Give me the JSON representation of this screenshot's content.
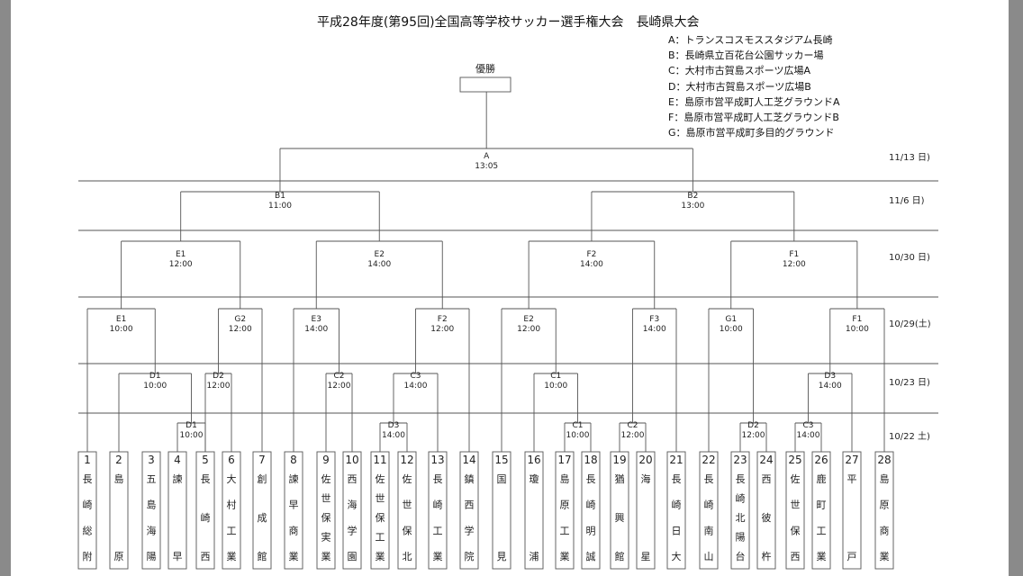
{
  "title": "平成28年度(第95回)全国高等学校サッカー選手権大会　長崎県大会",
  "champion_label": "優勝",
  "venues": [
    "A：トランスコスモススタジアム長崎",
    "B：長崎県立百花台公園サッカー場",
    "C：大村市古賀島スポーツ広場A",
    "D：大村市古賀島スポーツ広場B",
    "E：島原市営平成町人工芝グラウンドA",
    "F：島原市営平成町人工芝グラウンドB",
    "G：島原市営平成町多目的グラウンド"
  ],
  "rounds": [
    "11/13 日)",
    "11/6 日)",
    "10/30 日)",
    "10/29(土)",
    "10/23 日)",
    "10/22 土)"
  ],
  "teams": [
    {
      "no": "1",
      "name": "長崎総附"
    },
    {
      "no": "2",
      "name": "島原"
    },
    {
      "no": "3",
      "name": "五島海陽"
    },
    {
      "no": "4",
      "name": "諫早"
    },
    {
      "no": "5",
      "name": "長崎西"
    },
    {
      "no": "6",
      "name": "大村工業"
    },
    {
      "no": "7",
      "name": "創成館"
    },
    {
      "no": "8",
      "name": "諫早商業"
    },
    {
      "no": "9",
      "name": "佐世保実業"
    },
    {
      "no": "10",
      "name": "西海学園"
    },
    {
      "no": "11",
      "name": "佐世保工業"
    },
    {
      "no": "12",
      "name": "佐世保北"
    },
    {
      "no": "13",
      "name": "長崎工業"
    },
    {
      "no": "14",
      "name": "鎮西学院"
    },
    {
      "no": "15",
      "name": "国見"
    },
    {
      "no": "16",
      "name": "瓊浦"
    },
    {
      "no": "17",
      "name": "島原工業"
    },
    {
      "no": "18",
      "name": "長崎明誠"
    },
    {
      "no": "19",
      "name": "猶興館"
    },
    {
      "no": "20",
      "name": "海星"
    },
    {
      "no": "21",
      "name": "長崎日大"
    },
    {
      "no": "22",
      "name": "長崎南山"
    },
    {
      "no": "23",
      "name": "長崎北陽台"
    },
    {
      "no": "24",
      "name": "西彼杵"
    },
    {
      "no": "25",
      "name": "佐世保西"
    },
    {
      "no": "26",
      "name": "鹿町工業"
    },
    {
      "no": "27",
      "name": "平戸"
    },
    {
      "no": "28",
      "name": "島原商業"
    }
  ],
  "matches": [
    {
      "id": "r22-1",
      "round": 5,
      "a": "t4",
      "b": "t5",
      "venue": "D1",
      "time": "10:00"
    },
    {
      "id": "r22-2",
      "round": 5,
      "a": "t11",
      "b": "t12",
      "venue": "D3",
      "time": "14:00"
    },
    {
      "id": "r22-3",
      "round": 5,
      "a": "t17",
      "b": "t18",
      "venue": "C1",
      "time": "10:00"
    },
    {
      "id": "r22-4",
      "round": 5,
      "a": "t19",
      "b": "t20",
      "venue": "C2",
      "time": "12:00"
    },
    {
      "id": "r22-5",
      "round": 5,
      "a": "t23",
      "b": "t24",
      "venue": "D2",
      "time": "12:00"
    },
    {
      "id": "r22-6",
      "round": 5,
      "a": "t25",
      "b": "t26",
      "venue": "C3",
      "time": "14:00"
    },
    {
      "id": "r23-1",
      "round": 4,
      "a": "t2",
      "b": "r22-1",
      "venue": "D1",
      "time": "10:00"
    },
    {
      "id": "r23-2",
      "round": 4,
      "a": "t5",
      "b": "t6",
      "venue": "D2",
      "time": "12:00"
    },
    {
      "id": "r23-3",
      "round": 4,
      "a": "t9",
      "b": "t10",
      "venue": "C2",
      "time": "12:00"
    },
    {
      "id": "r23-4",
      "round": 4,
      "a": "r22-2",
      "b": "t13",
      "venue": "C3",
      "time": "14:00"
    },
    {
      "id": "r23-5",
      "round": 4,
      "a": "t16",
      "b": "r22-3",
      "venue": "C1",
      "time": "10:00"
    },
    {
      "id": "r23-6",
      "round": 4,
      "a": "r22-6",
      "b": "t27",
      "venue": "D3",
      "time": "14:00"
    },
    {
      "id": "r29-1",
      "round": 3,
      "a": "t1",
      "b": "r23-1",
      "venue": "E1",
      "time": "10:00"
    },
    {
      "id": "r29-2",
      "round": 3,
      "a": "r23-2",
      "b": "t7",
      "venue": "G2",
      "time": "12:00"
    },
    {
      "id": "r29-3",
      "round": 3,
      "a": "t8",
      "b": "r23-3",
      "venue": "E3",
      "time": "14:00"
    },
    {
      "id": "r29-4",
      "round": 3,
      "a": "r23-4",
      "b": "t14",
      "venue": "F2",
      "time": "12:00"
    },
    {
      "id": "r29-5",
      "round": 3,
      "a": "t15",
      "b": "r23-5",
      "venue": "E2",
      "time": "12:00"
    },
    {
      "id": "r29-6",
      "round": 3,
      "a": "r22-4",
      "b": "t21",
      "venue": "F3",
      "time": "14:00"
    },
    {
      "id": "r29-7",
      "round": 3,
      "a": "t22",
      "b": "r22-5",
      "venue": "G1",
      "time": "10:00"
    },
    {
      "id": "r29-8",
      "round": 3,
      "a": "r23-6",
      "b": "t28",
      "venue": "F1",
      "time": "10:00"
    },
    {
      "id": "r30-1",
      "round": 2,
      "a": "r29-1",
      "b": "r29-2",
      "venue": "E1",
      "time": "12:00"
    },
    {
      "id": "r30-2",
      "round": 2,
      "a": "r29-3",
      "b": "r29-4",
      "venue": "E2",
      "time": "14:00"
    },
    {
      "id": "r30-3",
      "round": 2,
      "a": "r29-5",
      "b": "r29-6",
      "venue": "F2",
      "time": "14:00"
    },
    {
      "id": "r30-4",
      "round": 2,
      "a": "r29-7",
      "b": "r29-8",
      "venue": "F1",
      "time": "12:00"
    },
    {
      "id": "r6-1",
      "round": 1,
      "a": "r30-1",
      "b": "r30-2",
      "venue": "B1",
      "time": "11:00"
    },
    {
      "id": "r6-2",
      "round": 1,
      "a": "r30-3",
      "b": "r30-4",
      "venue": "B2",
      "time": "13:00"
    },
    {
      "id": "final",
      "round": 0,
      "a": "r6-1",
      "b": "r6-2",
      "venue": "A",
      "time": "13:05"
    }
  ]
}
